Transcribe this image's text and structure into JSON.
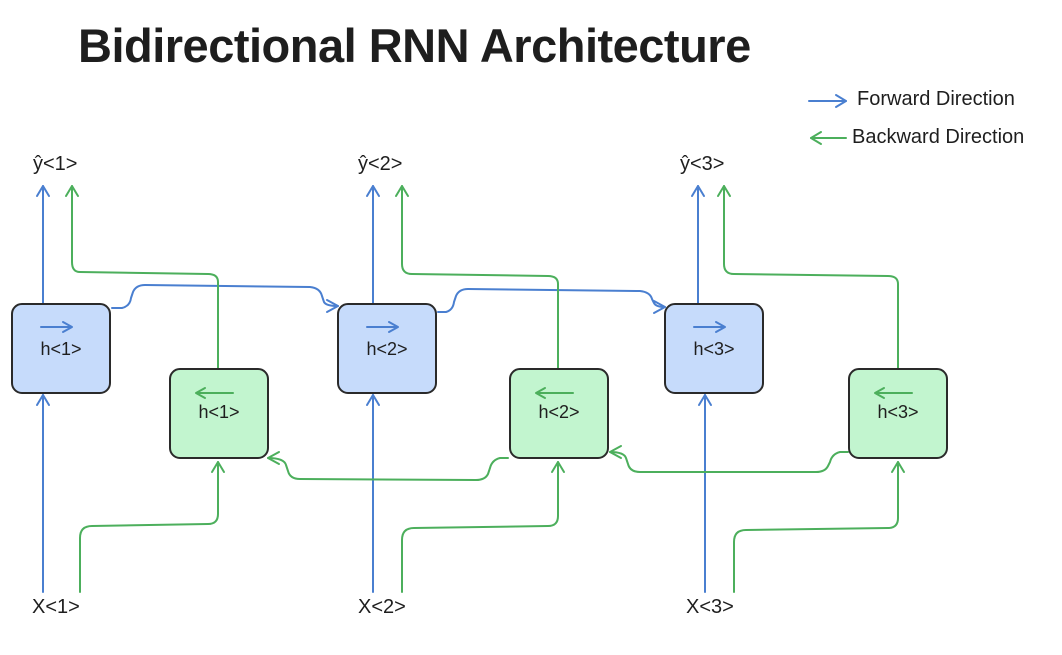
{
  "title": "Bidirectional RNN Architecture",
  "legend": {
    "forward_label": "Forward Direction",
    "backward_label": "Backward Direction",
    "forward_color": "#4a7fd0",
    "backward_color": "#4caf5c"
  },
  "colors": {
    "forward_cell_fill": "#c6dbfb",
    "backward_cell_fill": "#c2f5cf"
  },
  "timesteps": [
    {
      "output": "ŷ<1>",
      "input": "X<1>",
      "forward_cell": "h<1>",
      "backward_cell": "h<1>"
    },
    {
      "output": "ŷ<2>",
      "input": "X<2>",
      "forward_cell": "h<2>",
      "backward_cell": "h<2>"
    },
    {
      "output": "ŷ<3>",
      "input": "X<3>",
      "forward_cell": "h<3>",
      "backward_cell": "h<3>"
    }
  ]
}
